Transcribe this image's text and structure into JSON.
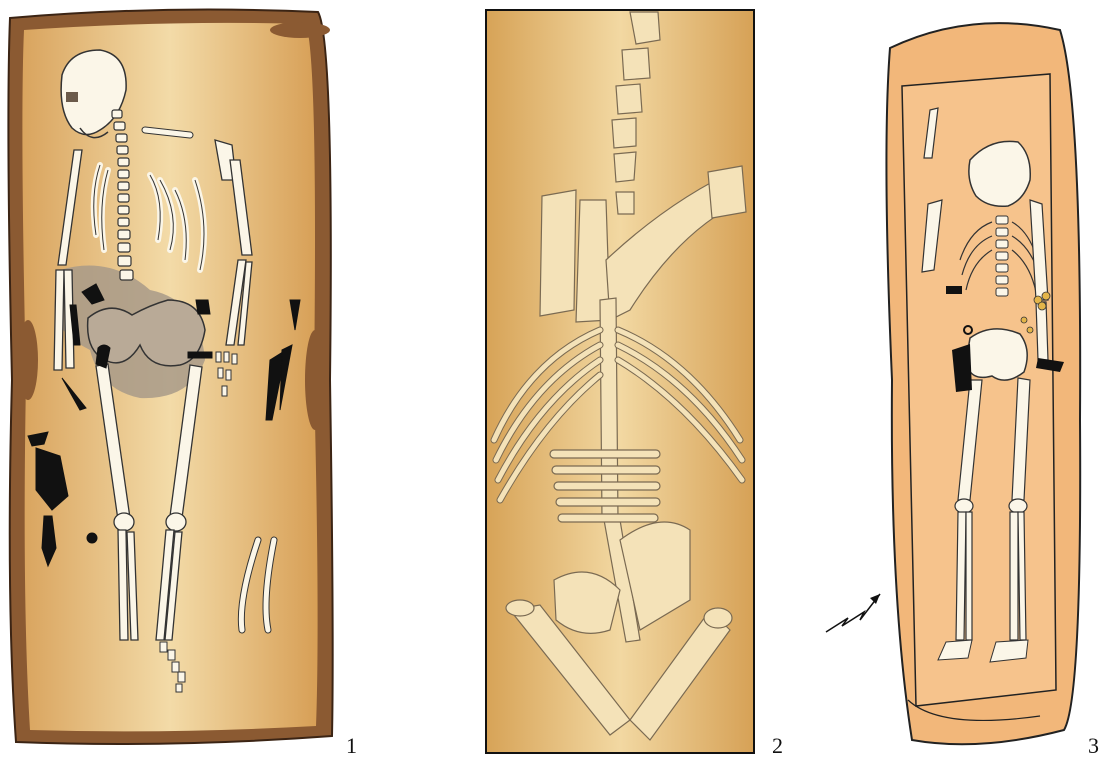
{
  "figure": {
    "panels": [
      {
        "label": "1",
        "subject": "human-burial-with-grave-goods"
      },
      {
        "label": "2",
        "subject": "animal-burial"
      },
      {
        "label": "3",
        "subject": "human-burial-in-coffin"
      }
    ],
    "north_arrow": {
      "direction": "north-east"
    },
    "colors": {
      "pit_fill_light": "#f1d7a0",
      "pit_fill_dark": "#d9a55c",
      "pit_edge": "#8b5a32",
      "bone": "#fbf6e8",
      "bone_animal": "#f4e2b8",
      "grave_goods": "#111111",
      "stain": "#9a8e7e",
      "coffin_outer": "#f2b77a",
      "coffin_inner": "#f7c48f"
    }
  }
}
